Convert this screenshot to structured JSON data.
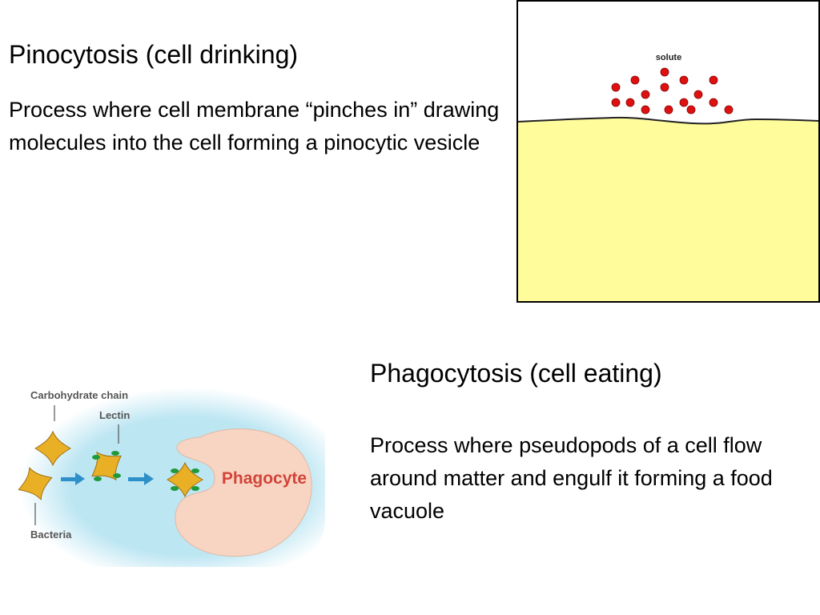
{
  "pinocytosis": {
    "title": "Pinocytosis (cell drinking)",
    "description": "Process where cell membrane “pinches in” drawing molecules into the cell forming a pinocytic vesicle",
    "figure": {
      "label_solute": "solute",
      "colors": {
        "cytoplasm": "#FFFC9C",
        "solute": "#DD1111",
        "border": "#000000"
      }
    }
  },
  "phagocytosis": {
    "title": "Phagocytosis (cell eating)",
    "description": "Process where pseudopods of a cell flow around matter and engulf it forming a food vacuole",
    "figure": {
      "label_carbohydrate_chain": "Carbohydrate chain",
      "label_lectin": "Lectin",
      "label_bacteria": "Bacteria",
      "label_phagocyte": "Phagocyte",
      "colors": {
        "phagocyte": "#F8D5C2",
        "phagocyte_label": "#D2443A",
        "halo": "#BDE6F3",
        "bacteria": "#E9B026",
        "lectin": "#1E9A3C",
        "arrow": "#2E90C8",
        "label": "#555555"
      }
    }
  }
}
